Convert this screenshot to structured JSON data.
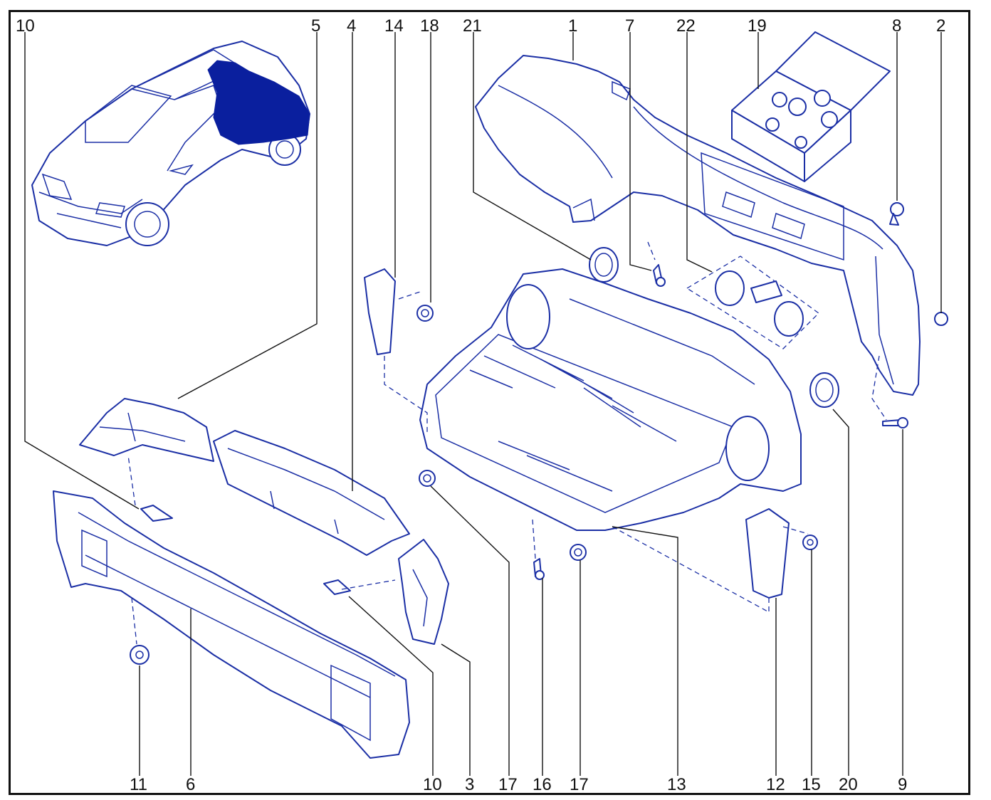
{
  "callouts": {
    "top": [
      "10",
      "5",
      "4",
      "14",
      "18",
      "21",
      "1",
      "7",
      "22",
      "19",
      "8",
      "2"
    ],
    "bottom": [
      "11",
      "6",
      "10",
      "3",
      "17",
      "16",
      "17",
      "13",
      "12",
      "15",
      "20",
      "9"
    ]
  },
  "colors": {
    "line": "#1b2fa5",
    "highlight": "#0a1f9e",
    "frame": "#111111"
  }
}
